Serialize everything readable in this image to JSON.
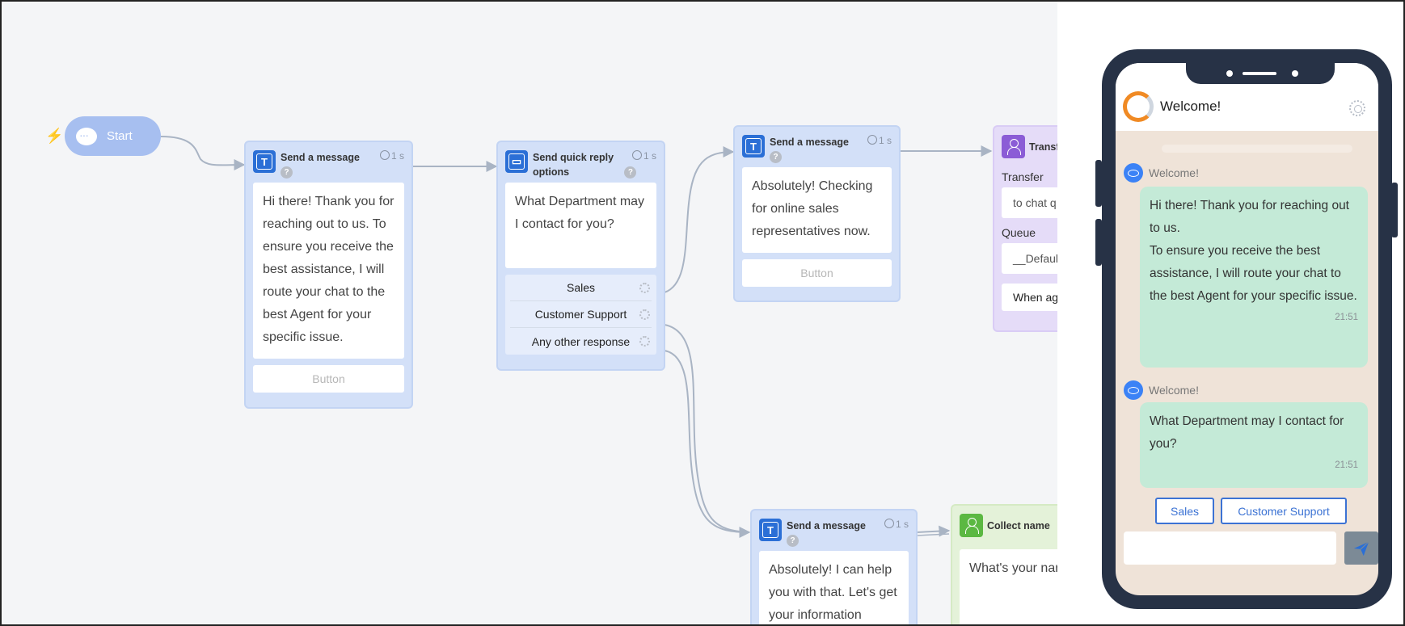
{
  "start": {
    "label": "Start"
  },
  "nodes": {
    "send_message_1": {
      "title": "Send a message",
      "timer": "1 s",
      "message": "Hi there! Thank you for reaching out to us. To ensure you receive the best assistance, I will route your chat to the best Agent for your specific issue.",
      "button": "Button"
    },
    "quick_reply": {
      "title": "Send quick reply options",
      "timer": "1 s",
      "message": "What Department may I contact for you?",
      "options": [
        "Sales",
        "Customer Support",
        "Any other response"
      ]
    },
    "send_message_2": {
      "title": "Send a message",
      "timer": "1 s",
      "message": "Absolutely! Checking for online sales representatives now.",
      "button": "Button"
    },
    "transfer": {
      "title": "Transfer",
      "transfer_label": "Transfer",
      "transfer_value": "to chat q",
      "queue_label": "Queue",
      "queue_value": "__Defaul",
      "when_label": "When ag"
    },
    "send_message_3": {
      "title": "Send a message",
      "timer": "1 s",
      "message": "Absolutely! I can help you with that. Let's get your information"
    },
    "collect_name": {
      "title": "Collect name",
      "message": "What's your nar"
    }
  },
  "preview": {
    "chat_title": "Welcome!",
    "messages": [
      {
        "sender": "Welcome!",
        "lines": [
          "Hi there! Thank you for reaching out to us.",
          "To ensure you receive the best assistance, I will route your chat to the best Agent for your specific issue."
        ],
        "time": "21:51"
      },
      {
        "sender": "Welcome!",
        "lines": [
          "What Department may I contact for you?"
        ],
        "time": "21:51"
      }
    ],
    "quick_replies": [
      "Sales",
      "Customer Support"
    ],
    "input_value": ""
  },
  "colors": {
    "canvas_bg": "#f4f5f7",
    "message_node": "#d3e0f8",
    "transfer_node": "#e5dcf8",
    "collect_node": "#e4f2d9",
    "accent": "#2b6fd6",
    "chat_bubble": "#c4ead7"
  },
  "icons": [
    "lightning-icon",
    "chat-bubble-icon",
    "text-icon",
    "quick-reply-icon",
    "help-icon",
    "clock-icon",
    "gear-icon",
    "transfer-agent-icon",
    "person-icon",
    "logo-icon",
    "settings-icon",
    "eye-icon",
    "send-icon"
  ]
}
